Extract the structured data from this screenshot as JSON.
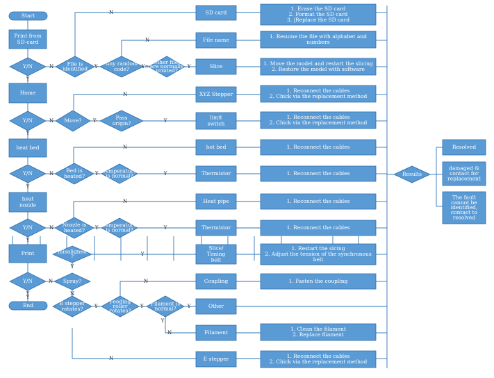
{
  "nodes": {
    "start": "Start",
    "print_sd": [
      "Print from",
      "SD-card"
    ],
    "yn1": "Y/N",
    "home": "Home",
    "yn2": "Y/N",
    "heat_bed": "heat bed",
    "yn3": "Y/N",
    "heat_nozzle": [
      "heat",
      "nozzle"
    ],
    "yn4": "Y/N",
    "print": "Print",
    "yn5": "Y/N",
    "end": "End",
    "file_identified": [
      "File is",
      "identified"
    ],
    "any_random": [
      "Any random",
      "code?"
    ],
    "other_files": [
      "Other files",
      "are normally",
      "printed?"
    ],
    "move": "Move?",
    "pass_origin": [
      "Pass",
      "origin?"
    ],
    "bed_heated": [
      "Bed is",
      "heated?"
    ],
    "temp_normal1": [
      "Temperature",
      "is normal?"
    ],
    "nozzle_heated": [
      "Nozzle is",
      "heated?"
    ],
    "temp_normal2": [
      "Temperature",
      "is normal?"
    ],
    "misaligned": [
      "misaligned",
      "?"
    ],
    "spray": "Spray?",
    "e_rotates": [
      "E stepper",
      "rotates?"
    ],
    "feeding_roller": [
      "Feeding",
      "roller",
      "rotates?"
    ],
    "filament_normal": [
      "Filament is",
      "normal?"
    ],
    "sd_card": "SD card",
    "file_name": "File name",
    "slice": "Slice",
    "xyz_stepper": "XYZ Stepper",
    "limit_switch": [
      "limit",
      "switch"
    ],
    "hot_bed": "hot bed",
    "thermistor1": "Thermistor",
    "heat_pipe": "Heat pipe",
    "thermistor2": "Thermistor",
    "slice_timing": [
      "Slice/",
      "Timing",
      "belt"
    ],
    "coupling": "Coupling",
    "other": "Other",
    "filament": "Filament",
    "e_stepper": "E stepper",
    "results": "Results",
    "resolved": "Resolved",
    "damaged": [
      "damaged &",
      "contact for",
      "replacement"
    ],
    "fault": [
      "The fault",
      "cannot be",
      "identified,",
      "contact to",
      "resolved"
    ]
  },
  "actions": {
    "a1": [
      "1. Erase the SD card",
      "2. Format the SD card",
      "3. |Replace the SD card"
    ],
    "a2": [
      "1. Resume the file with alphabet and",
      "numbers"
    ],
    "a3": [
      "1. Move the model and restart the slicing",
      "2. Restore the model with software"
    ],
    "a4": [
      "1. Reconnect the cables",
      "2. Chick via the replacement method"
    ],
    "a5": [
      "1. Reconnect the cables",
      "2. Chick via the replacement method"
    ],
    "a6": [
      "1. Reconnect the cables"
    ],
    "a7": [
      "1. Reconnect the cables"
    ],
    "a8": [
      "1. Reconnect the cables"
    ],
    "a9": [
      "1. Reconnect the cables"
    ],
    "a10": [
      "1. Restart the slcing",
      "2. Adjust the tension of the synchronous",
      "belt"
    ],
    "a11": [
      "1. Fasten the coupling"
    ],
    "a12": [
      "1. Clean the filament",
      "2. Replace fliament"
    ],
    "a13": [
      "1. Reconnect the cables",
      "2. Chick via the replacement method"
    ]
  },
  "labels": {
    "yes": "Y",
    "no": "N",
    "yes_dash": "Y-",
    "yes_eq": "Y="
  },
  "colors": {
    "fill": "#5b9bd5",
    "stroke": "#2e6ea8",
    "line": "#2e75b6"
  }
}
